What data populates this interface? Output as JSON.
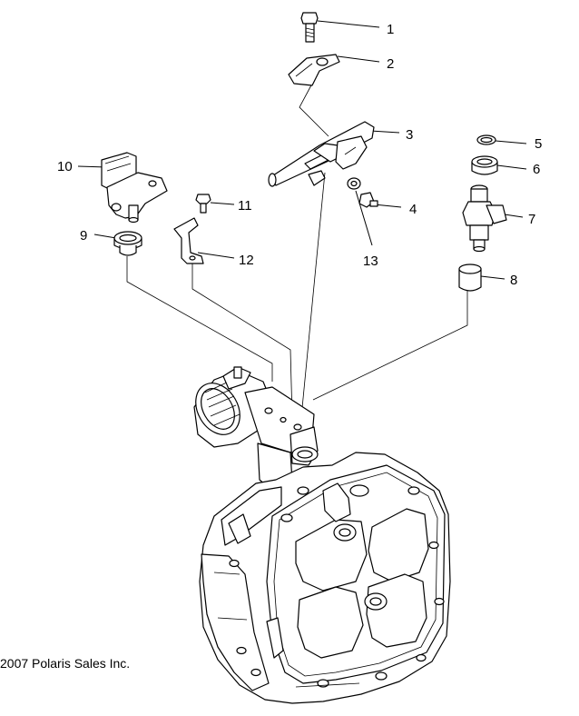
{
  "callouts": [
    {
      "number": "1"
    },
    {
      "number": "2"
    },
    {
      "number": "3"
    },
    {
      "number": "4"
    },
    {
      "number": "5"
    },
    {
      "number": "6"
    },
    {
      "number": "7"
    },
    {
      "number": "8"
    },
    {
      "number": "9"
    },
    {
      "number": "10"
    },
    {
      "number": "11"
    },
    {
      "number": "12"
    },
    {
      "number": "13"
    }
  ],
  "copyright": "2007 Polaris Sales Inc."
}
